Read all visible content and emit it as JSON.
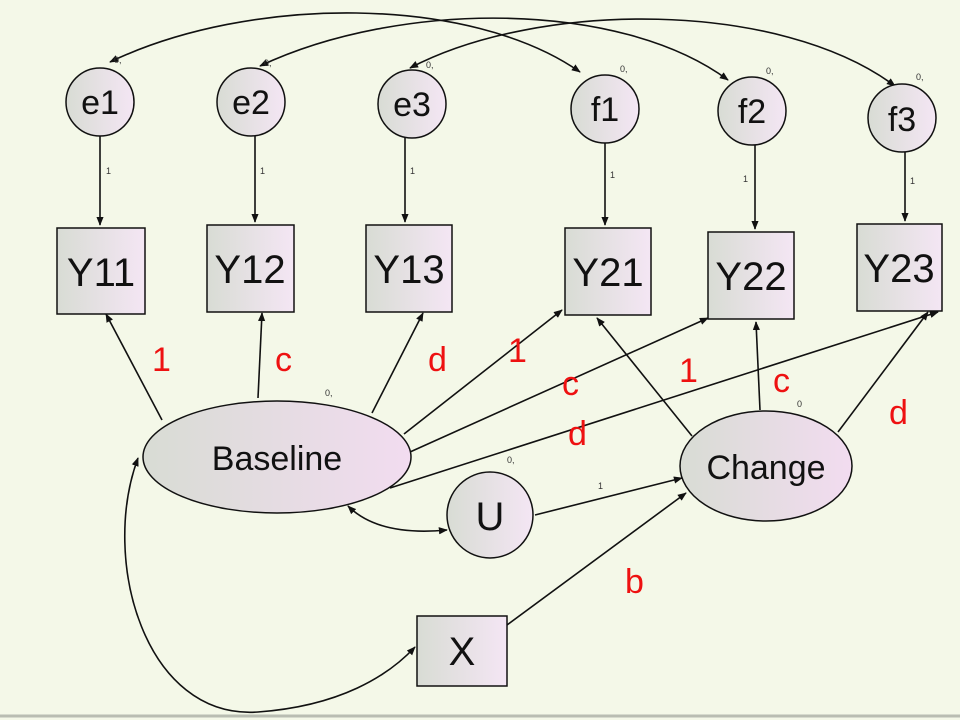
{
  "diagram": {
    "background": "#f4f8e8",
    "node_fill_light": "#f4e6f4",
    "node_fill_dark": "#d8dcd4",
    "path_label_color": "#ee1111",
    "error_nodes": [
      {
        "id": "e1",
        "label": "e1",
        "mean_var": "0,"
      },
      {
        "id": "e2",
        "label": "e2",
        "mean_var": "0,"
      },
      {
        "id": "e3",
        "label": "e3",
        "mean_var": "0,"
      },
      {
        "id": "f1",
        "label": "f1",
        "mean_var": "0,"
      },
      {
        "id": "f2",
        "label": "f2",
        "mean_var": "0,"
      },
      {
        "id": "f3",
        "label": "f3",
        "mean_var": "0,"
      }
    ],
    "observed": [
      {
        "id": "Y11",
        "label": "Y11"
      },
      {
        "id": "Y12",
        "label": "Y12"
      },
      {
        "id": "Y13",
        "label": "Y13"
      },
      {
        "id": "Y21",
        "label": "Y21"
      },
      {
        "id": "Y22",
        "label": "Y22"
      },
      {
        "id": "Y23",
        "label": "Y23"
      },
      {
        "id": "X",
        "label": "X"
      }
    ],
    "latent": [
      {
        "id": "Baseline",
        "label": "Baseline",
        "mean_var": "0,"
      },
      {
        "id": "Change",
        "label": "Change",
        "mean_var": "0"
      },
      {
        "id": "U",
        "label": "U",
        "mean_var": "0,"
      }
    ],
    "error_loadings": [
      "1",
      "1",
      "1",
      "1",
      "1",
      "1"
    ],
    "path_labels": {
      "baseline_y11": "1",
      "baseline_y12": "c",
      "baseline_y13": "d",
      "baseline_y21": "1",
      "baseline_y22": "c",
      "baseline_y23": "d",
      "change_y21": "1",
      "change_y22": "c",
      "change_y23": "d",
      "x_change": "b"
    },
    "u_change_weight": "1"
  }
}
